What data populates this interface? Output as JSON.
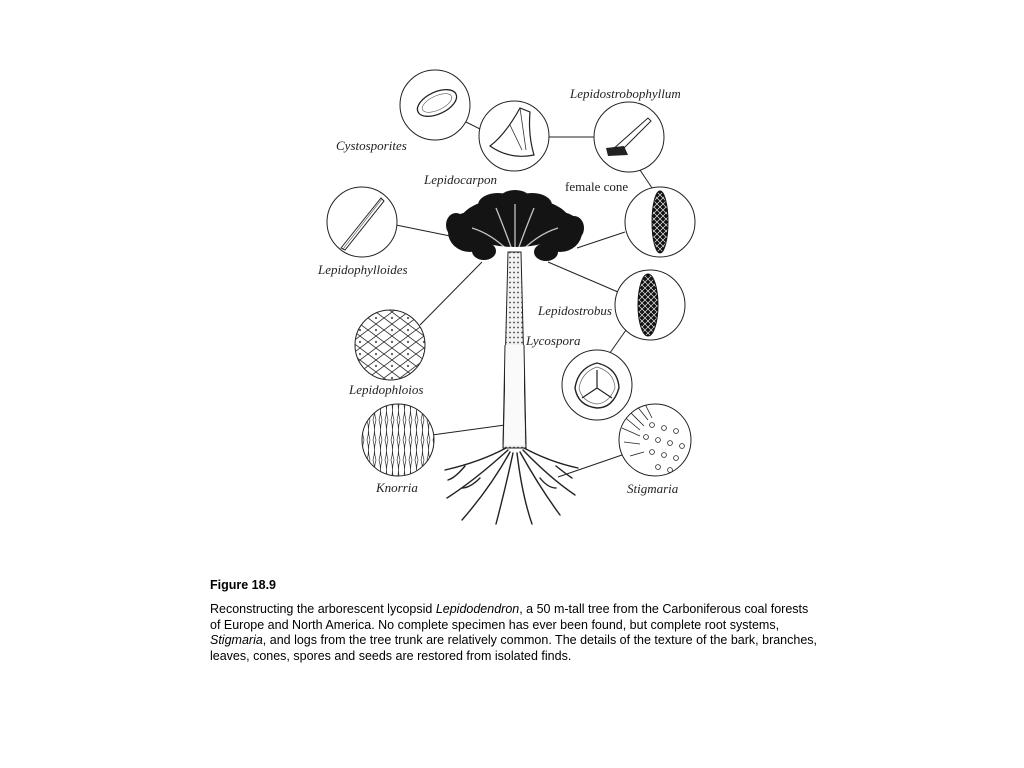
{
  "labels": {
    "cystosporites": "Cystosporites",
    "lepidocarpon": "Lepidocarpon",
    "lepidostrobophyllum": "Lepidostrobophyllum",
    "female_cone": "female cone",
    "lepidophylloides": "Lepidophylloides",
    "lepidostrobus": "Lepidostrobus",
    "lycospora": "Lycospora",
    "lepidophloios": "Lepidophloios",
    "knorria": "Knorria",
    "stigmaria": "Stigmaria"
  },
  "caption": {
    "title": "Figure 18.9",
    "text_1": "Reconstructing the arborescent lycopsid ",
    "italic_1": "Lepidodendron",
    "text_2": ", a 50 m-tall tree from the Carboniferous coal forests of Europe and North America. No complete specimen has ever been found, but complete root systems, ",
    "italic_2": "Stigmaria",
    "text_3": ", and logs from the tree trunk are relatively common. The details of the texture of the bark, branches, leaves, cones, spores and seeds are restored from isolated finds."
  }
}
